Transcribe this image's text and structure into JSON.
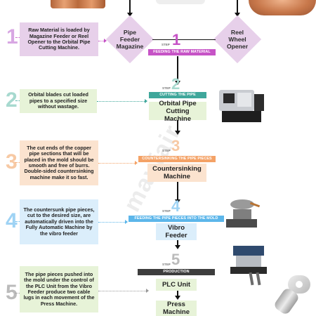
{
  "title": "Copper pipe cable lug manufacturing process",
  "colors": {
    "lavender": "#e7d0ea",
    "magenta": "#c653c6",
    "green": "#e7f3d8",
    "teal": "#3fa79b",
    "peach": "#fbe3cf",
    "orange": "#f4a266",
    "blue": "#dbeefb",
    "sky": "#5cb6ea",
    "dark": "#3d3d3d"
  },
  "watermark": "mayfair",
  "steps": [
    {
      "number": "1",
      "description": "Raw Material is loaded by Magazine Feeder or Reel Opener to the Orbital Pipe Cutting Machine.",
      "step_label": "STEP",
      "step_number": "1",
      "banner": "FEEDING THE RAW MATERIAL",
      "left_diamond": "Pipe Feeder Magazine",
      "right_diamond": "Reel Wheel Opener"
    },
    {
      "number": "2",
      "description": "Orbital blades cut loaded pipes to a specified size without wastage.",
      "step_label": "STEP",
      "step_number": "2",
      "banner": "CUTTING THE PIPE",
      "machine": "Orbital Pipe Cutting Machine"
    },
    {
      "number": "3",
      "description": "The cut ends of the copper pipe sections that will be placed in the mold should be smooth and free of burrs. Double-sided countersinking machine make it so fast.",
      "step_label": "STEP",
      "step_number": "3",
      "banner": "COUNTERSINKING THE PIPE PIECES",
      "machine": "Countersinking Machine"
    },
    {
      "number": "4",
      "description": "The countersunk pipe pieces, cut to the desired size, are automatically driven into the Fully Automatic Machine by the vibro feeder",
      "step_label": "STEP",
      "step_number": "4",
      "banner": "FEEDING THE PIPE PIECES INTO THE MOLD",
      "machine": "Vibro Feeder"
    },
    {
      "number": "5",
      "description": "The pipe pieces pushed into the mold under the control of the PLC Unit from the Vibro Feeder produce two cable lugs in each movement of the Press Machine.",
      "step_label": "STEP",
      "step_number": "5",
      "banner": "PRODUCTION",
      "machine": "PLC Unit",
      "machine2": "Press Machine"
    }
  ]
}
